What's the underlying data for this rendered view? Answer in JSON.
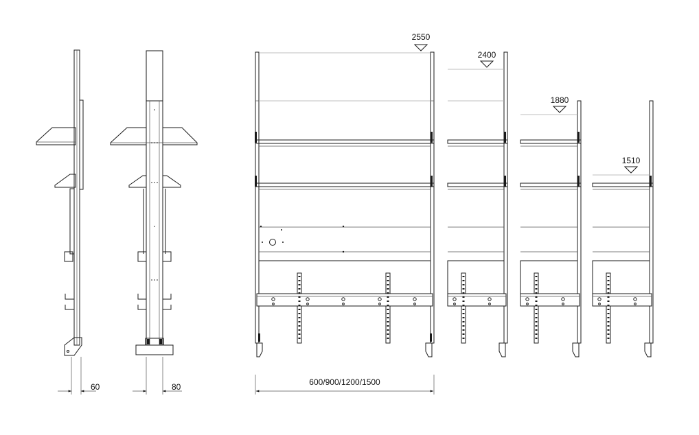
{
  "dimensions": {
    "side_depth": "60",
    "profile_depth": "80",
    "width_options": "600/900/1200/1500"
  },
  "heights": [
    "2550",
    "2400",
    "1880",
    "1510"
  ]
}
